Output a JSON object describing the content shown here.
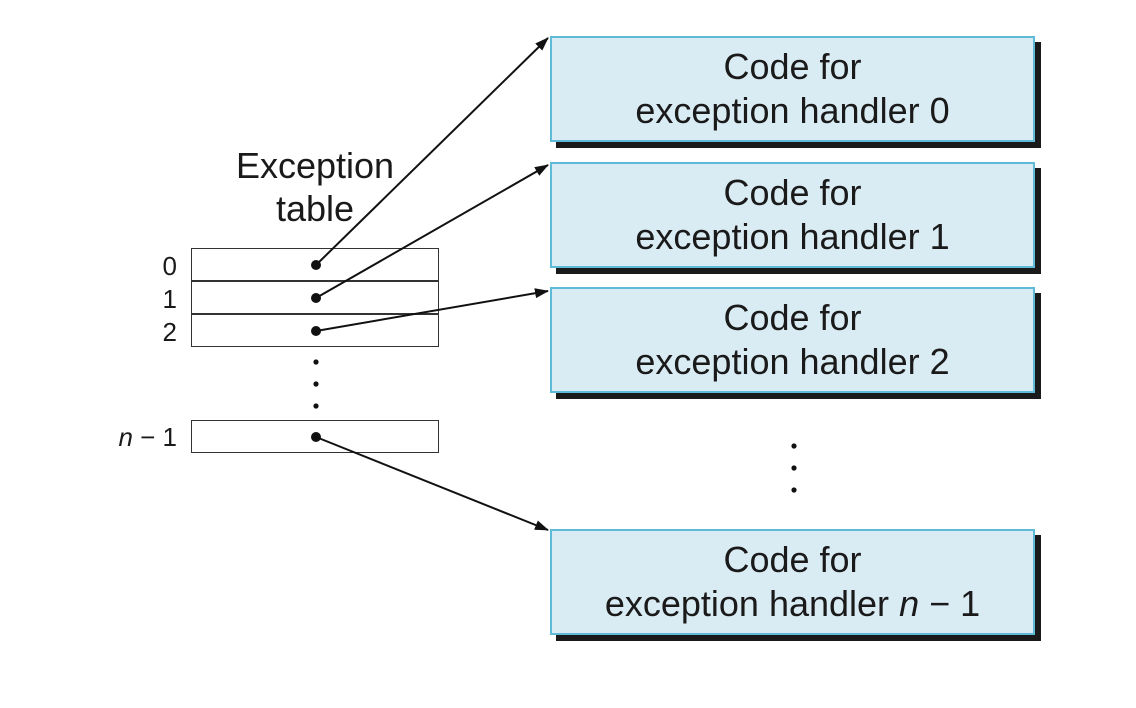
{
  "table": {
    "title_line1": "Exception",
    "title_line2": "table",
    "rows": [
      {
        "label": "0"
      },
      {
        "label": "1"
      },
      {
        "label": "2"
      }
    ],
    "last_row": {
      "label_var": "n",
      "label_rest": " − 1"
    }
  },
  "handlers": [
    {
      "line1": "Code for",
      "line2": "exception handler 0"
    },
    {
      "line1": "Code for",
      "line2": "exception handler 1"
    },
    {
      "line1": "Code for",
      "line2": "exception handler 2"
    }
  ],
  "last_handler": {
    "line1": "Code for",
    "line2_prefix": "exception handler ",
    "line2_var": "n",
    "line2_suffix": " − 1"
  },
  "colors": {
    "box_fill": "#d9ebf3",
    "box_border": "#5fbad8",
    "shadow": "#1a1a1a"
  }
}
